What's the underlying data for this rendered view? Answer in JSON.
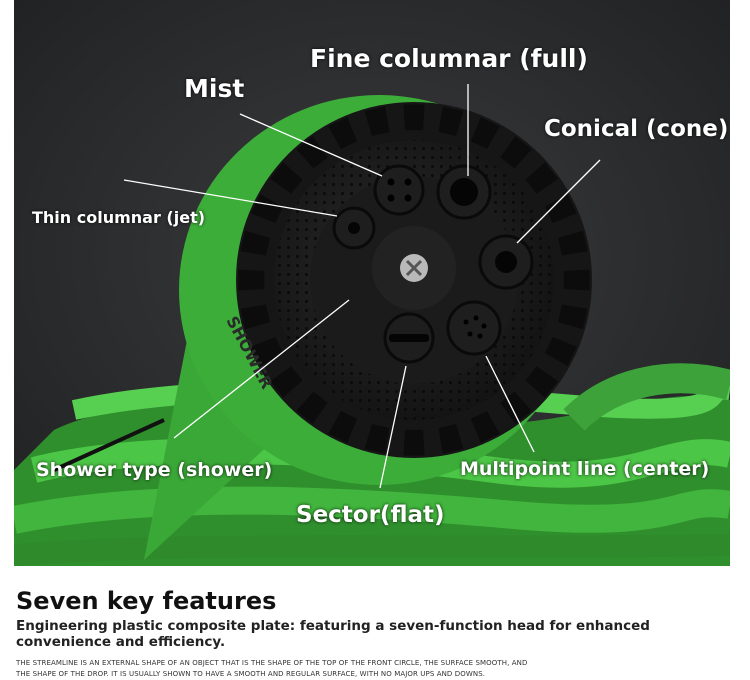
{
  "labels": {
    "fine_columnar": "Fine columnar (full)",
    "mist": "Mist",
    "conical": "Conical (cone)",
    "thin_columnar": "Thin columnar (jet)",
    "shower": "Shower type (shower)",
    "multipoint": "Multipoint line (center)",
    "sector": "Sector(flat)"
  },
  "nozzle_text": {
    "shower_mark": "SHOWER"
  },
  "caption": {
    "title": "Seven key features",
    "subtitle": "Engineering plastic composite plate: featuring a seven-function head for enhanced convenience and efficiency.",
    "fine_line_1": "THE STREAMLINE IS AN EXTERNAL SHAPE OF AN OBJECT THAT IS THE SHAPE OF THE TOP OF THE FRONT CIRCLE, THE SURFACE SMOOTH, AND",
    "fine_line_2": "THE SHAPE OF THE DROP. IT IS USUALLY SHOWN TO HAVE A SMOOTH AND REGULAR SURFACE, WITH NO MAJOR UPS AND DOWNS."
  },
  "colors": {
    "background_dark": "#2a2b2c",
    "hose_green": "#3fae3a",
    "nozzle_black": "#1c1c1c",
    "label_text": "#ffffff"
  }
}
